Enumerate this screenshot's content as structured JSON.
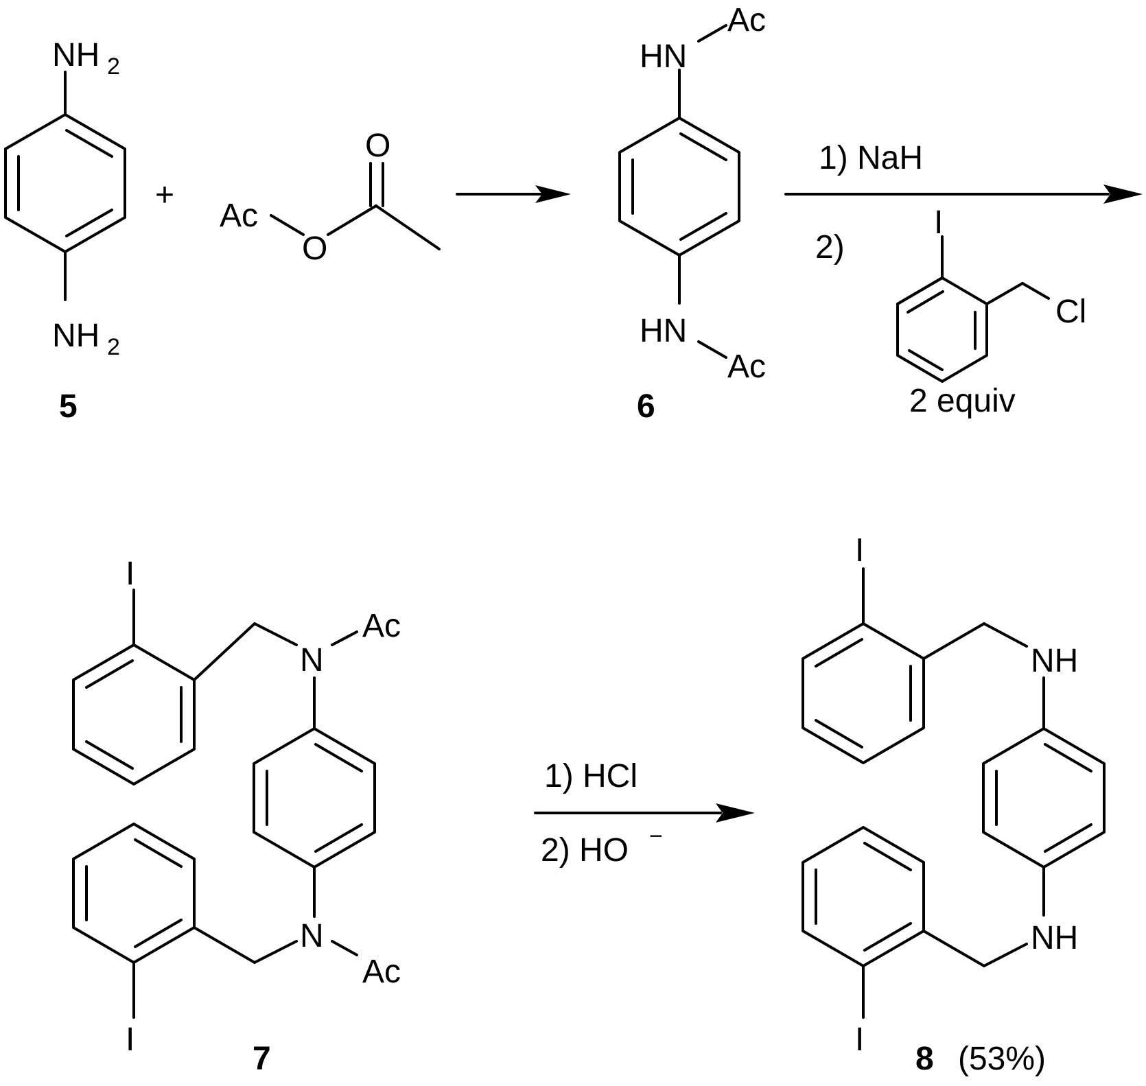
{
  "compounds": {
    "c5": {
      "number": "5",
      "group_top": "NH",
      "group_bottom": "NH",
      "subscript": "2"
    },
    "anhydride": {
      "carbonyl_o": "O",
      "bridge_o": "O",
      "acyl": "Ac"
    },
    "c6": {
      "number": "6",
      "nh_top": "HN",
      "nh_bottom": "HN",
      "ac_top": "Ac",
      "ac_bottom": "Ac"
    },
    "reagent": {
      "iodo": "I",
      "chloro": "Cl",
      "equiv": "2 equiv"
    },
    "c7": {
      "number": "7",
      "n_top": "N",
      "n_bottom": "N",
      "ac_top": "Ac",
      "ac_bottom": "Ac",
      "iodo_top": "I",
      "iodo_bottom": "I"
    },
    "c8": {
      "number": "8",
      "yield": "(53%)",
      "nh_top": "NH",
      "nh_bottom": "NH",
      "iodo_top": "I",
      "iodo_bottom": "I"
    }
  },
  "symbols": {
    "plus": "+"
  },
  "arrows": {
    "step1": {},
    "step2": {
      "condition_1": "1) NaH",
      "condition_2": "2)"
    },
    "step3": {
      "condition_1": "1) HCl",
      "condition_2": "2) HO",
      "charge": "−"
    }
  }
}
